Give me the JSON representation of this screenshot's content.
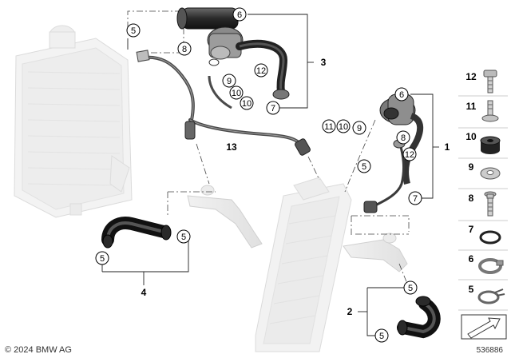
{
  "callouts": {
    "c5a": "5",
    "c6a": "6",
    "c8a": "8",
    "c9a": "9",
    "c10a": "10",
    "c10b": "10",
    "c12a": "12",
    "c7a": "7",
    "c6b": "6",
    "c11b": "11",
    "c10c": "10",
    "c9b": "9",
    "c8b": "8",
    "c12b": "12",
    "c5b": "5",
    "c7b": "7",
    "c5c": "5",
    "c5d": "5",
    "c5e": "5",
    "c5f": "5"
  },
  "assembly_labels": {
    "a3": "3",
    "a13": "13",
    "a1": "1",
    "a4": "4",
    "a2": "2"
  },
  "legend": {
    "items": [
      {
        "num": "12",
        "icon": "bolt-icon"
      },
      {
        "num": "11",
        "icon": "stud-bolt-icon"
      },
      {
        "num": "10",
        "icon": "rubber-grommet-icon"
      },
      {
        "num": "9",
        "icon": "washer-icon"
      },
      {
        "num": "8",
        "icon": "screw-icon"
      },
      {
        "num": "7",
        "icon": "o-ring-icon"
      },
      {
        "num": "6",
        "icon": "hose-clamp-icon"
      },
      {
        "num": "5",
        "icon": "spring-clamp-icon"
      }
    ],
    "arrow_icon": "direction-arrow-icon"
  },
  "footer": {
    "copyright": "© 2024 BMW AG",
    "doc_id": "536886"
  }
}
